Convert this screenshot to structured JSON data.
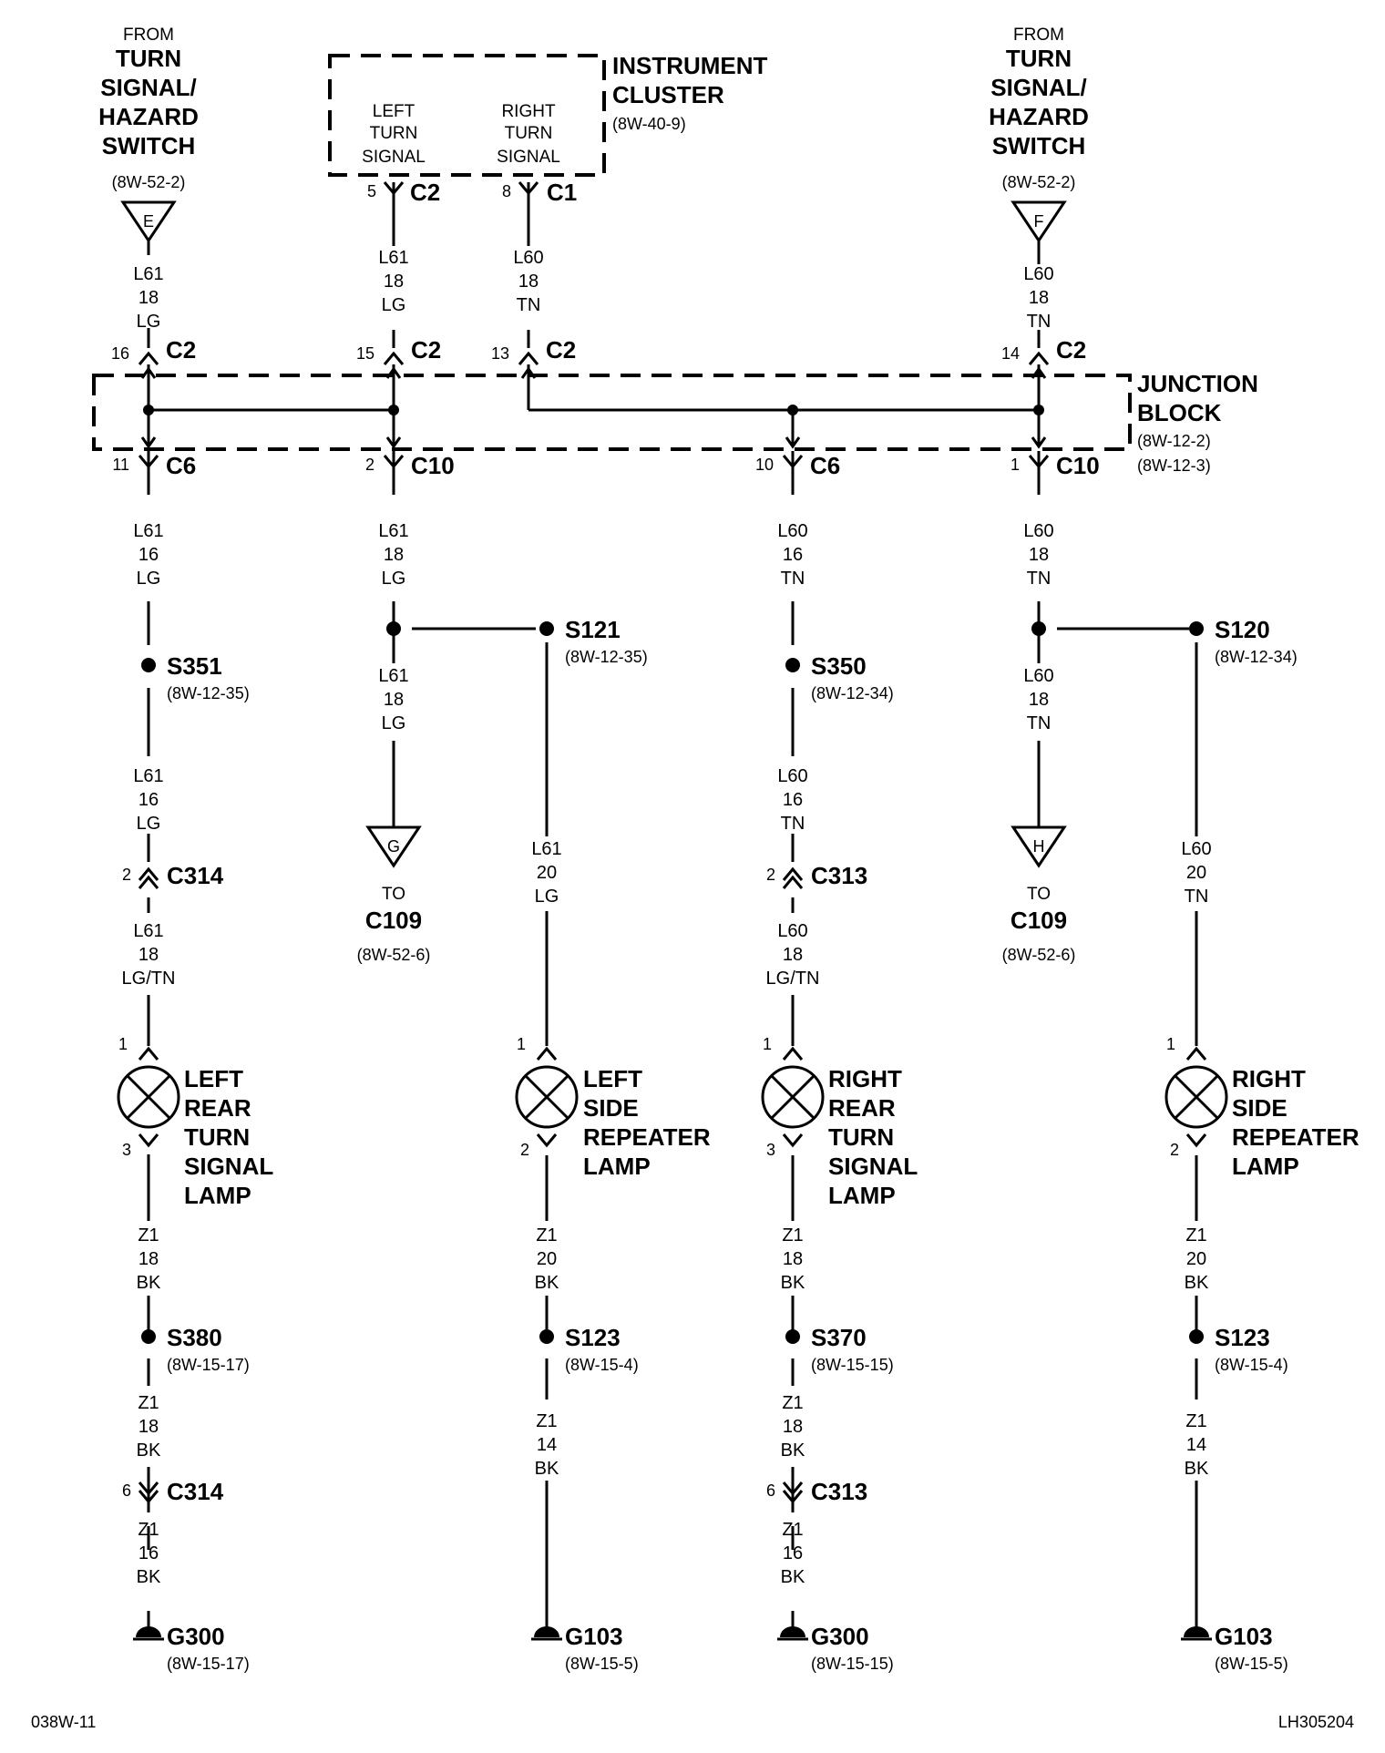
{
  "from_left": {
    "from": "FROM",
    "l1": "TURN",
    "l2": "SIGNAL/",
    "l3": "HAZARD",
    "l4": "SWITCH",
    "ref": "(8W-52-2)",
    "tri": "E"
  },
  "from_right": {
    "from": "FROM",
    "l1": "TURN",
    "l2": "SIGNAL/",
    "l3": "HAZARD",
    "l4": "SWITCH",
    "ref": "(8W-52-2)",
    "tri": "F"
  },
  "cluster": {
    "l1": "INSTRUMENT",
    "l2": "CLUSTER",
    "ref": "(8W-40-9)",
    "left": [
      "LEFT",
      "TURN",
      "SIGNAL"
    ],
    "right": [
      "RIGHT",
      "TURN",
      "SIGNAL"
    ],
    "left_pin": "5",
    "left_conn": "C2",
    "right_pin": "8",
    "right_conn": "C1"
  },
  "junction": {
    "l1": "JUNCTION",
    "l2": "BLOCK",
    "ref1": "(8W-12-2)",
    "ref2": "(8W-12-3)"
  },
  "wire_top": {
    "a": [
      "L61",
      "18",
      "LG"
    ],
    "b": [
      "L61",
      "18",
      "LG"
    ],
    "c": [
      "L60",
      "18",
      "TN"
    ],
    "d": [
      "L60",
      "18",
      "TN"
    ]
  },
  "jb_in": {
    "a": {
      "pin": "16",
      "conn": "C2"
    },
    "b": {
      "pin": "15",
      "conn": "C2"
    },
    "c": {
      "pin": "13",
      "conn": "C2"
    },
    "d": {
      "pin": "14",
      "conn": "C2"
    }
  },
  "jb_out": {
    "a": {
      "pin": "11",
      "conn": "C6"
    },
    "b": {
      "pin": "2",
      "conn": "C10"
    },
    "c": {
      "pin": "10",
      "conn": "C6"
    },
    "d": {
      "pin": "1",
      "conn": "C10"
    }
  },
  "col1": {
    "w1": [
      "L61",
      "16",
      "LG"
    ],
    "splice": "S351",
    "splice_ref": "(8W-12-35)",
    "w2": [
      "L61",
      "16",
      "LG"
    ],
    "c_pin": "2",
    "c_name": "C314",
    "w3": [
      "L61",
      "18",
      "LG/TN"
    ],
    "lamp_pin_in": "1",
    "lamp_pin_out": "3",
    "lamp": [
      "LEFT",
      "REAR",
      "TURN",
      "SIGNAL",
      "LAMP"
    ],
    "w4": [
      "Z1",
      "18",
      "BK"
    ],
    "splice2": "S380",
    "splice2_ref": "(8W-15-17)",
    "w5": [
      "Z1",
      "18",
      "BK"
    ],
    "c2_pin": "6",
    "c2_name": "C314",
    "w6": [
      "Z1",
      "16",
      "BK"
    ],
    "ground": "G300",
    "ground_ref": "(8W-15-17)"
  },
  "col2": {
    "w1": [
      "L61",
      "18",
      "LG"
    ],
    "w2": [
      "L61",
      "18",
      "LG"
    ],
    "tri": "G",
    "to": "TO",
    "conn": "C109",
    "ref": "(8W-52-6)"
  },
  "col3": {
    "splice": "S121",
    "splice_ref": "(8W-12-35)",
    "w1": [
      "L61",
      "20",
      "LG"
    ],
    "lamp_pin_in": "1",
    "lamp_pin_out": "2",
    "lamp": [
      "LEFT",
      "SIDE",
      "REPEATER",
      "LAMP"
    ],
    "w2": [
      "Z1",
      "20",
      "BK"
    ],
    "splice2": "S123",
    "splice2_ref": "(8W-15-4)",
    "w3": [
      "Z1",
      "14",
      "BK"
    ],
    "ground": "G103",
    "ground_ref": "(8W-15-5)"
  },
  "col4": {
    "w1": [
      "L60",
      "16",
      "TN"
    ],
    "splice": "S350",
    "splice_ref": "(8W-12-34)",
    "w2": [
      "L60",
      "16",
      "TN"
    ],
    "c_pin": "2",
    "c_name": "C313",
    "w3": [
      "L60",
      "18",
      "LG/TN"
    ],
    "lamp_pin_in": "1",
    "lamp_pin_out": "3",
    "lamp": [
      "RIGHT",
      "REAR",
      "TURN",
      "SIGNAL",
      "LAMP"
    ],
    "w4": [
      "Z1",
      "18",
      "BK"
    ],
    "splice2": "S370",
    "splice2_ref": "(8W-15-15)",
    "w5": [
      "Z1",
      "18",
      "BK"
    ],
    "c2_pin": "6",
    "c2_name": "C313",
    "w6": [
      "Z1",
      "16",
      "BK"
    ],
    "ground": "G300",
    "ground_ref": "(8W-15-15)"
  },
  "col5": {
    "w1": [
      "L60",
      "18",
      "TN"
    ],
    "w2": [
      "L60",
      "18",
      "TN"
    ],
    "tri": "H",
    "to": "TO",
    "conn": "C109",
    "ref": "(8W-52-6)"
  },
  "col6": {
    "splice": "S120",
    "splice_ref": "(8W-12-34)",
    "w1": [
      "L60",
      "20",
      "TN"
    ],
    "lamp_pin_in": "1",
    "lamp_pin_out": "2",
    "lamp": [
      "RIGHT",
      "SIDE",
      "REPEATER",
      "LAMP"
    ],
    "w2": [
      "Z1",
      "20",
      "BK"
    ],
    "splice2": "S123",
    "splice2_ref": "(8W-15-4)",
    "w3": [
      "Z1",
      "14",
      "BK"
    ],
    "ground": "G103",
    "ground_ref": "(8W-15-5)"
  },
  "footer": {
    "left": "038W-11",
    "right": "LH305204"
  }
}
